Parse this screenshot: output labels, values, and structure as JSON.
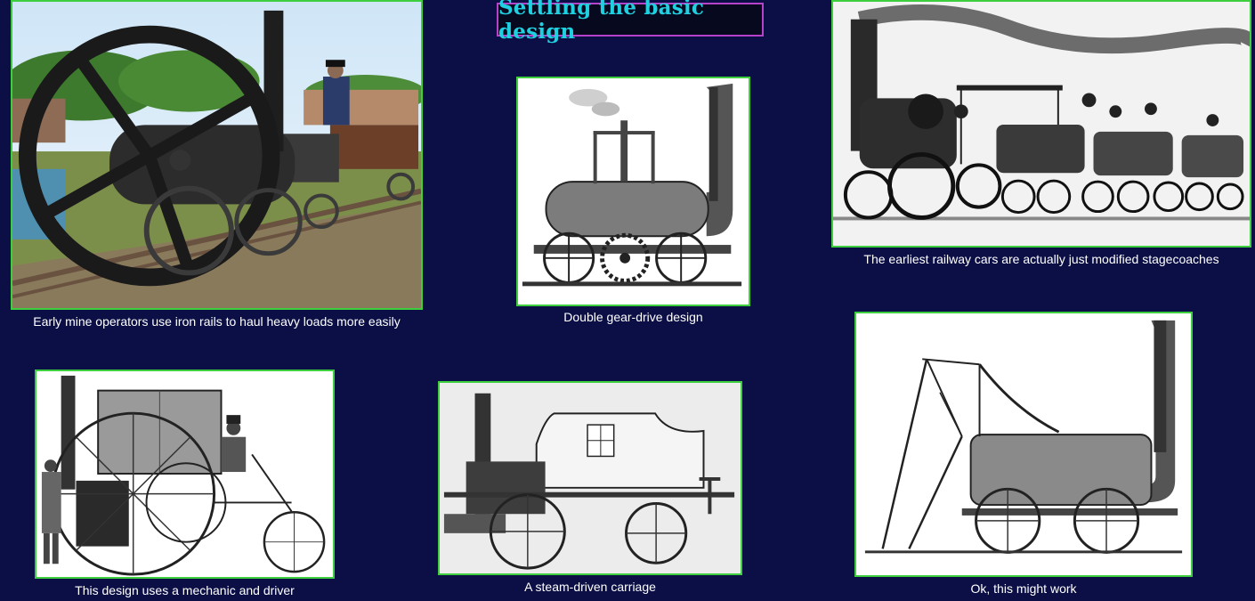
{
  "title": "Settling the basic design",
  "panels": [
    {
      "caption": "Early mine operators use iron rails to haul heavy loads more easily",
      "image": "flywheel-locomotive-photo"
    },
    {
      "caption": "Double gear-drive design",
      "image": "gear-drive-locomotive-engraving"
    },
    {
      "caption": "The earliest railway cars are actually just modified stagecoaches",
      "image": "stagecoach-train-photo"
    },
    {
      "caption": "This design uses a mechanic and driver",
      "image": "steam-carriage-engraving"
    },
    {
      "caption": "A steam-driven carriage",
      "image": "steam-coach-engraving"
    },
    {
      "caption": "Ok, this might work",
      "image": "walking-locomotive-engraving"
    }
  ],
  "colors": {
    "background": "#0b0f45",
    "title_text": "#1fd0e0",
    "title_border": "#b542c8",
    "image_border": "#3ecf3e",
    "caption_text": "#ffffff"
  }
}
